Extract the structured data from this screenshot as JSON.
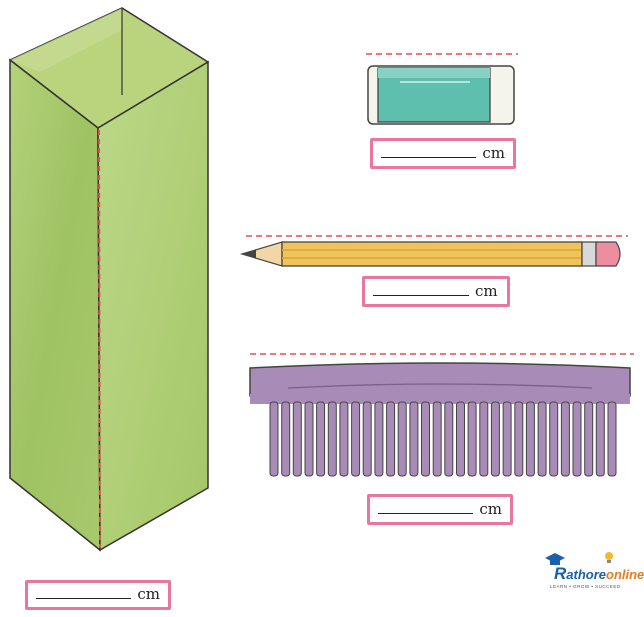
{
  "unit_label": "cm",
  "items": [
    {
      "id": "carton",
      "unit": "cm"
    },
    {
      "id": "eraser",
      "unit": "cm"
    },
    {
      "id": "pencil",
      "unit": "cm"
    },
    {
      "id": "comb",
      "unit": "cm"
    }
  ],
  "logo": {
    "brand_part1": "athore",
    "brand_part2": "online",
    "brand_initial": "R",
    "tagline": "LEARN • GROW • SUCCEED"
  },
  "colors": {
    "answer_border": "#e8779b",
    "guide_line": "#e05050",
    "carton_green": "#a9c96a",
    "eraser_teal": "#5fbfae",
    "pencil_yellow": "#f0c45a",
    "comb_purple": "#a98bb8"
  }
}
